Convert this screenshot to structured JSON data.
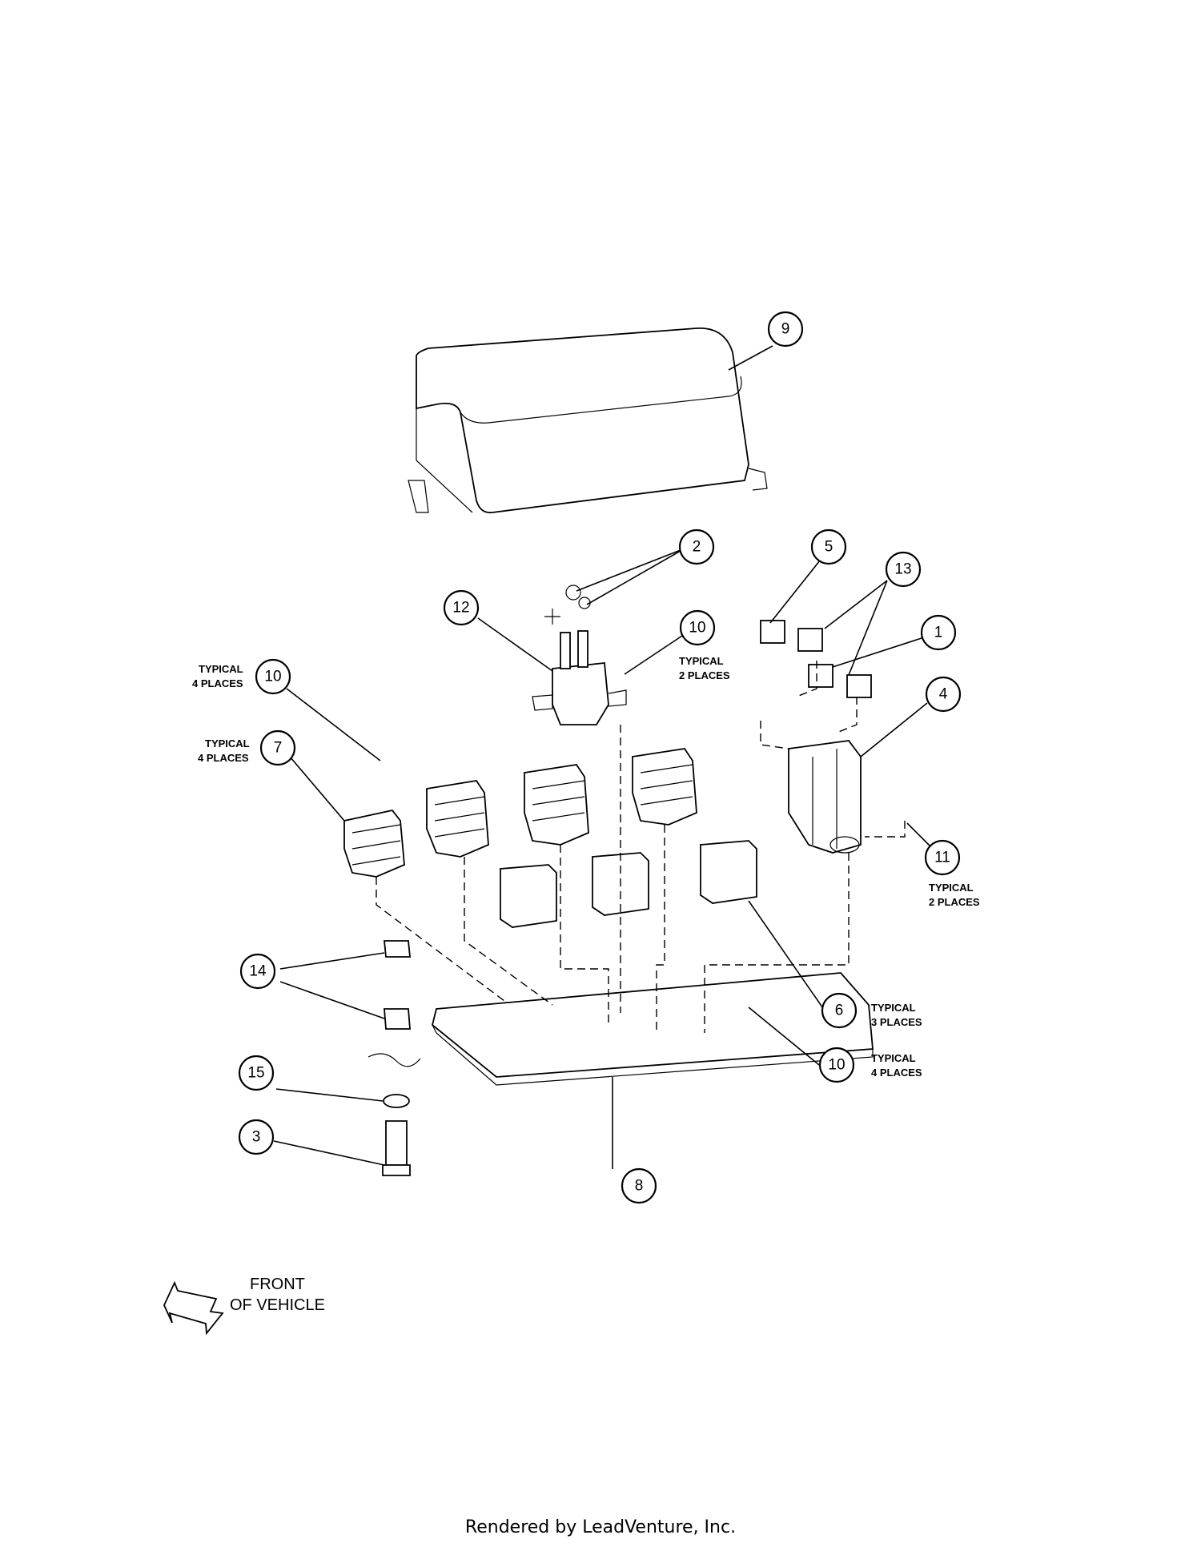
{
  "callouts": {
    "c1": "1",
    "c2": "2",
    "c3": "3",
    "c4": "4",
    "c5": "5",
    "c6": "6",
    "c7": "7",
    "c8": "8",
    "c9": "9",
    "c10a": "10",
    "c10b": "10",
    "c10c": "10",
    "c11": "11",
    "c12": "12",
    "c13": "13",
    "c14": "14",
    "c15": "15"
  },
  "notes": {
    "typical4_line1": "TYPICAL",
    "typical4_line2": "4 PLACES",
    "typical2_line1": "TYPICAL",
    "typical2_line2": "2 PLACES",
    "typical3_line1": "TYPICAL",
    "typical3_line2": "3  PLACES"
  },
  "front": {
    "line1": "FRONT",
    "line2": "OF VEHICLE"
  },
  "footer": "Rendered by LeadVenture, Inc."
}
